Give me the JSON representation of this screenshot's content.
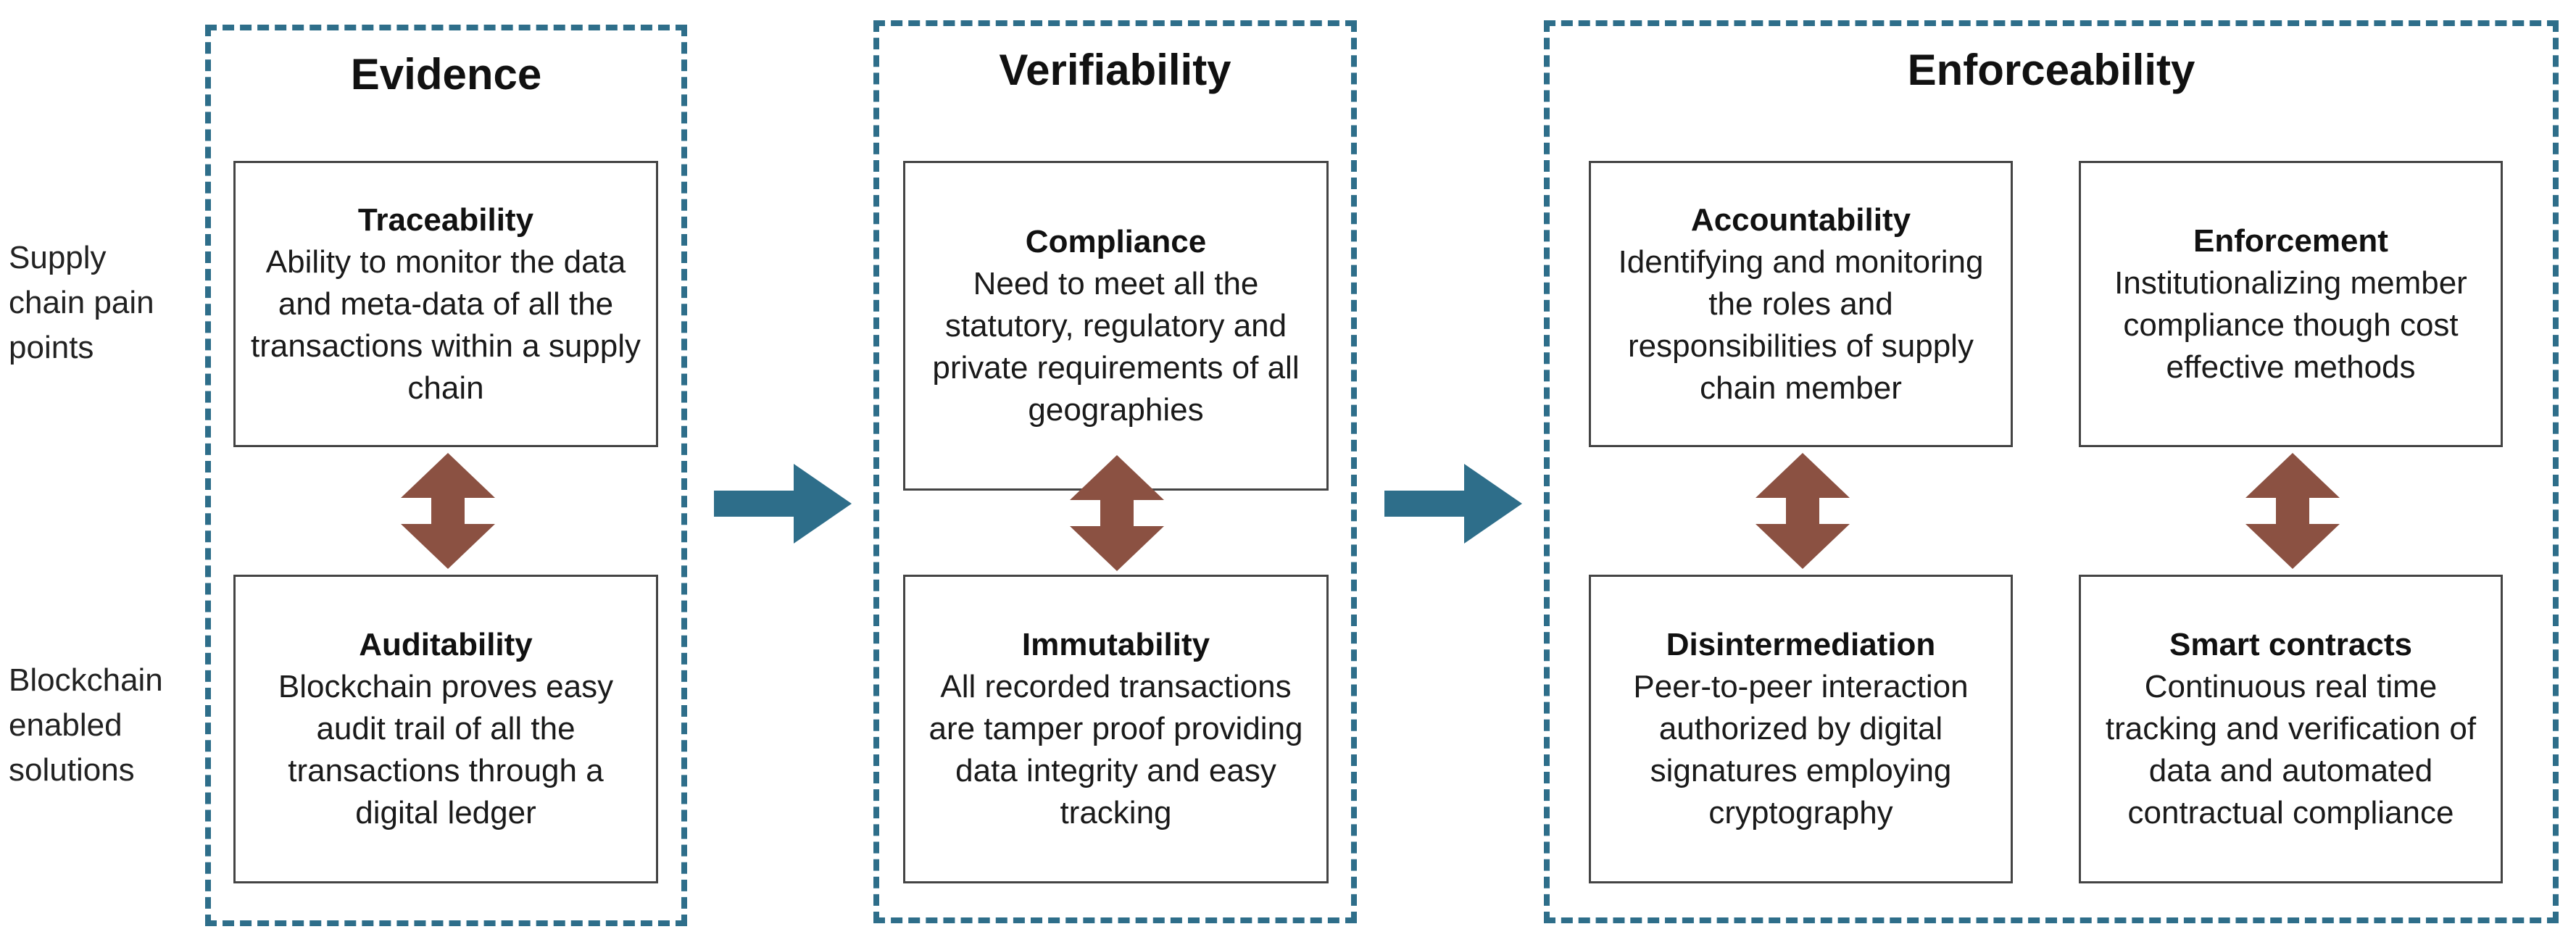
{
  "row_labels": {
    "pain_points": "Supply\nchain pain\npoints",
    "solutions": "Blockchain\nenabled\nsolutions"
  },
  "groups": [
    {
      "title": "Evidence",
      "cards": [
        {
          "top": {
            "title": "Traceability",
            "desc": "Ability to monitor the data and meta-data of all the transactions within a supply chain"
          },
          "bottom": {
            "title": "Auditability",
            "desc": "Blockchain proves easy audit trail of all the transactions through a digital ledger"
          }
        }
      ]
    },
    {
      "title": "Verifiability",
      "cards": [
        {
          "top": {
            "title": "Compliance",
            "desc": "Need to meet all the statutory, regulatory and private requirements of all geographies"
          },
          "bottom": {
            "title": "Immutability",
            "desc": "All recorded transactions are tamper proof providing data integrity and easy tracking"
          }
        }
      ]
    },
    {
      "title": "Enforceability",
      "cards": [
        {
          "top": {
            "title": "Accountability",
            "desc": "Identifying and monitoring the roles and responsibilities of supply chain member"
          },
          "bottom": {
            "title": "Disintermediation",
            "desc": "Peer-to-peer interaction authorized by digital signatures employing cryptography"
          }
        },
        {
          "top": {
            "title": "Enforcement",
            "desc": "Institutionalizing member compliance though cost effective methods"
          },
          "bottom": {
            "title": "Smart contracts",
            "desc": "Continuous real time tracking and verification of data and automated contractual compliance"
          }
        }
      ]
    }
  ],
  "colors": {
    "group_border": "#2e6e8a",
    "flow_arrow": "#2e6e8a",
    "link_arrow": "#8b5142"
  }
}
